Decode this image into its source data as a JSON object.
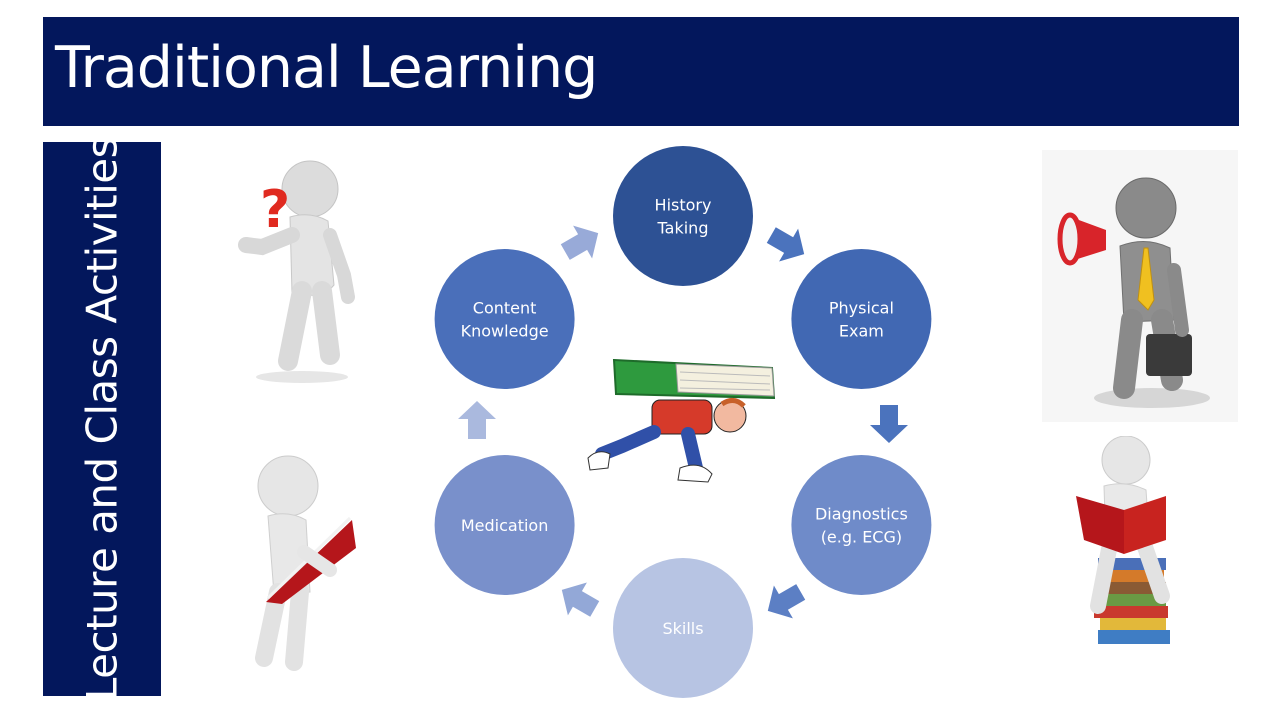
{
  "title": "Traditional Learning",
  "side_label": "Lecture and Class Activities",
  "cycle": {
    "nodes": [
      {
        "label_lines": [
          "History",
          "Taking"
        ],
        "color": "#2d5194"
      },
      {
        "label_lines": [
          "Physical",
          "Exam"
        ],
        "color": "#4168b3"
      },
      {
        "label_lines": [
          "Diagnostics",
          "(e.g. ECG)"
        ],
        "color": "#6f8bc9"
      },
      {
        "label_lines": [
          "Skills"
        ],
        "color": "#b7c4e3"
      },
      {
        "label_lines": [
          "Medication"
        ],
        "color": "#7990cb"
      },
      {
        "label_lines": [
          "Content",
          "Knowledge"
        ],
        "color": "#4a6fba"
      }
    ],
    "arrow_colors": [
      "#4b73bd",
      "#4b73bd",
      "#5c7fc4",
      "#93a8d7",
      "#aab9de",
      "#98aad8"
    ]
  },
  "illustrations": [
    {
      "name": "question-figure-icon"
    },
    {
      "name": "reading-figure-icon"
    },
    {
      "name": "book-carrier-icon"
    },
    {
      "name": "megaphone-figure-icon"
    },
    {
      "name": "reader-on-books-icon"
    }
  ],
  "colors": {
    "banner": "#03175c",
    "text": "#ffffff"
  }
}
